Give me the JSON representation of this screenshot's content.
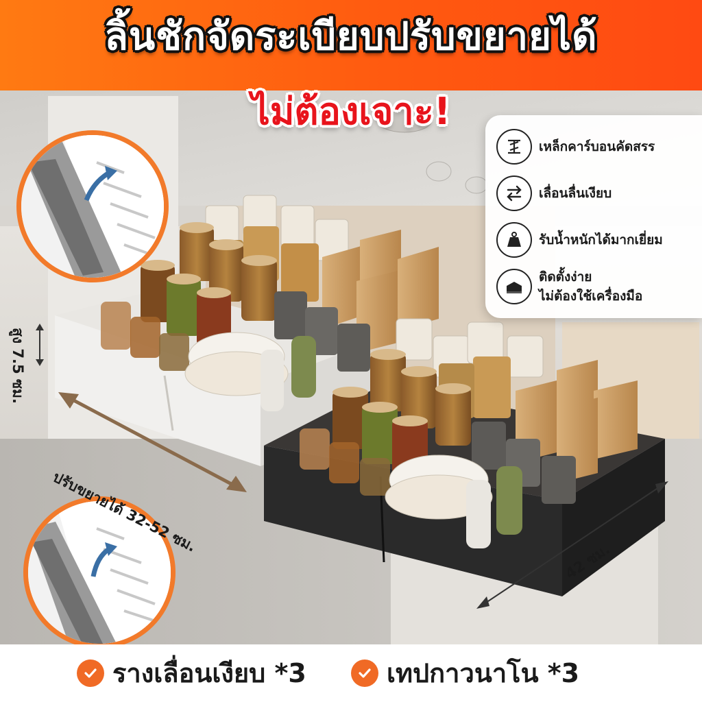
{
  "header": {
    "title": "ลิ้นชักจัดระเบียบปรับขยายได้",
    "subtitle": "ไม่ต้องเจาะ!"
  },
  "features": [
    {
      "icon": "steel-beam-icon",
      "label": "เหล็กคาร์บอนคัดสรร"
    },
    {
      "icon": "slide-arrows-icon",
      "label": "เลื่อนลื่นเงียบ"
    },
    {
      "icon": "weight-icon",
      "label": "รับน้ำหนักได้มากเยี่ยม"
    },
    {
      "icon": "drawer-icon",
      "label_line1": "ติดตั้งง่าย",
      "label_line2": "ไม่ต้องใช้เครื่องมือ"
    }
  ],
  "dimensions": {
    "height": "สูง 7.5 ซม.",
    "width_adjustable": "ปรับขยายได้ 32-52 ซม.",
    "depth": "42 ซม."
  },
  "bottom": {
    "item1": "รางเลื่อนเงียบ *3",
    "item2": "เทปกาวนาโน *3"
  },
  "colors": {
    "banner_orange": "#ff5a10",
    "subtitle_red": "#e8141c",
    "accent_orange": "#f06a25",
    "drawer_white": "#f1f0ee",
    "drawer_black": "#2a2a2a"
  }
}
